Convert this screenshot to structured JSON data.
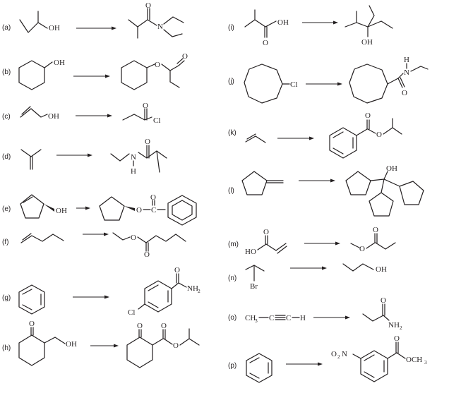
{
  "problems": [
    {
      "label": "(a)",
      "start": [
        "OH"
      ],
      "product": [
        "O",
        "N"
      ]
    },
    {
      "label": "(b)",
      "start": [
        "OH"
      ],
      "product": [
        "O",
        "O"
      ]
    },
    {
      "label": "(c)",
      "start": [
        "OH"
      ],
      "product": [
        "O",
        "Cl"
      ]
    },
    {
      "label": "(d)",
      "start": [],
      "product": [
        "O",
        "N",
        "H"
      ]
    },
    {
      "label": "(e)",
      "start": [
        "OH"
      ],
      "product": [
        "O",
        "O",
        "C"
      ]
    },
    {
      "label": "(f)",
      "start": [],
      "product": [
        "O",
        "O"
      ]
    },
    {
      "label": "(g)",
      "start": [],
      "product": [
        "O",
        "NH",
        "2",
        "Cl"
      ]
    },
    {
      "label": "(h)",
      "start": [
        "O",
        "OH"
      ],
      "product": [
        "O",
        "O",
        "O"
      ]
    },
    {
      "label": "(i)",
      "start": [
        "OH",
        "O"
      ],
      "product": [
        "OH"
      ]
    },
    {
      "label": "(j)",
      "start": [
        "Cl"
      ],
      "product": [
        "H",
        "N",
        "O"
      ]
    },
    {
      "label": "(k)",
      "start": [],
      "product": [
        "O",
        "O"
      ]
    },
    {
      "label": "(l)",
      "start": [],
      "product": [
        "OH"
      ]
    },
    {
      "label": "(m)",
      "start": [
        "O",
        "HO"
      ],
      "product": [
        "O",
        "O"
      ]
    },
    {
      "label": "(n)",
      "start": [
        "Br"
      ],
      "product": [
        "OH"
      ]
    },
    {
      "label": "(o)",
      "start": [
        "CH",
        "3",
        "C",
        "C",
        "H"
      ],
      "product": [
        "O",
        "NH",
        "2"
      ]
    },
    {
      "label": "(p)",
      "start": [],
      "product": [
        "O",
        "2",
        "N",
        "O",
        "OCH",
        "3"
      ]
    }
  ]
}
